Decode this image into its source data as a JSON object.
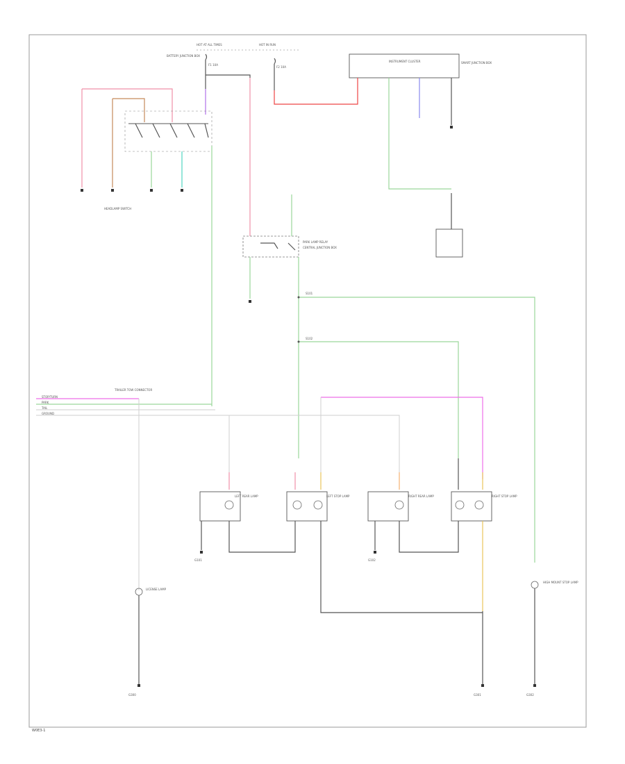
{
  "diagram": {
    "footer_code": "W0E3-1",
    "colors": {
      "frame": "#999999",
      "wire_black": "#555555",
      "wire_pink": "#f08fa8",
      "wire_red": "#ee4444",
      "wire_green": "#9ad79a",
      "wire_magenta": "#ee6ee8",
      "wire_violet": "#b070e8",
      "wire_brown": "#c58a5a",
      "wire_orange": "#f5b070",
      "wire_yellow": "#e8c45a",
      "wire_teal": "#4fd6c0",
      "wire_blue": "#8888ee"
    },
    "labels": {
      "hot_at_all_times": "HOT AT ALL TIMES",
      "hot_in_run": "HOT IN RUN",
      "fuse_1": "F1 10A",
      "fuse_2": "F2 10A",
      "fuse_desc": "BATTERY JUNCTION BOX",
      "top_module": "INSTRUMENT CLUSTER",
      "top_module_note": "SMART JUNCTION BOX",
      "headlamp_switch": "HEADLAMP SWITCH",
      "ground_1": "G101",
      "ground_2": "G102",
      "relay": "PARK LAMP RELAY",
      "relay_note": "CENTRAL JUNCTION BOX",
      "splice_1": "S101",
      "splice_2": "S102",
      "lamp_1": "LEFT REAR LAMP",
      "lamp_2": "LEFT STOP LAMP",
      "lamp_3": "RIGHT REAR LAMP",
      "lamp_4": "RIGHT STOP LAMP",
      "license_lamp": "LICENSE LAMP",
      "high_mount": "HIGH MOUNT STOP LAMP",
      "trailer_conn": "TRAILER TOW CONNECTOR",
      "trailer_pin_1": "STOP/TURN",
      "trailer_pin_2": "PARK",
      "trailer_pin_3": "TAIL",
      "trailer_pin_4": "GROUND",
      "ground_3": "G300",
      "ground_4": "G301",
      "ground_5": "G302"
    }
  }
}
